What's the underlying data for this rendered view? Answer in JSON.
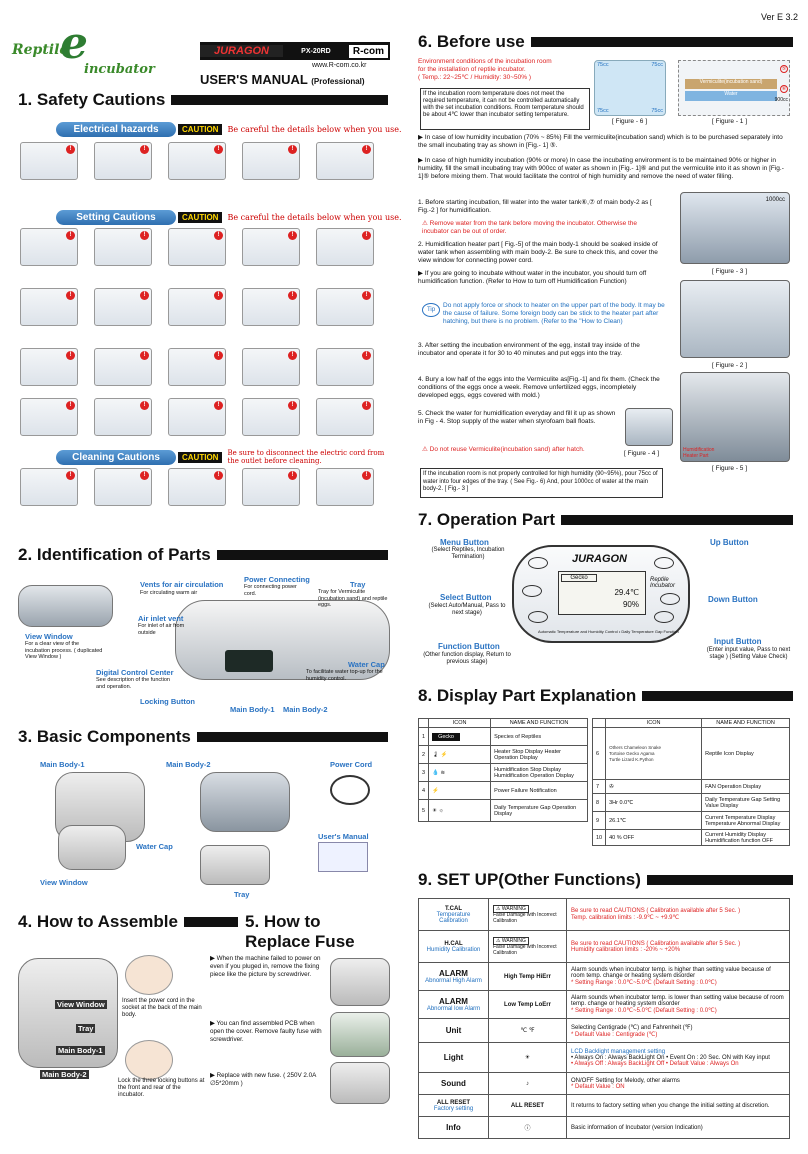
{
  "header": {
    "version": "Ver E 3.2",
    "logo_r": "Reptile",
    "logo_e": "e",
    "logo_i": "incubator",
    "brand": "JURAGON",
    "model": "PX-20RD",
    "rcom": "R-com",
    "title": "USER'S MANUAL",
    "title_sub": "(Professional)",
    "website": "www.R-com.co.kr"
  },
  "s1": {
    "title": "1. Safety Cautions",
    "electrical": "Electrical hazards",
    "setting": "Setting Cautions",
    "cleaning": "Cleaning Cautions",
    "caution": "CAUTION",
    "msg1": "Be careful the details below when you use.",
    "msg2": "Be careful the details below when you use.",
    "msg3": "Be sure to disconnect the electric cord from the outlet before cleaning."
  },
  "s2": {
    "title": "2. Identification of Parts",
    "view_window": "View Window",
    "view_window_d": "For a clear view of the incubation process. ( duplicated View Window )",
    "vents": "Vents for air circulation",
    "vents_d": "For circulating warm air",
    "air_inlet": "Air inlet vent",
    "air_inlet_d": "For inlet of air from outside",
    "power": "Power Connecting",
    "power_d": "For connecting power cord.",
    "tray": "Tray",
    "tray_d": "Tray for Vermiculite (incubation sand) and reptile eggs.",
    "dcc": "Digital Control Center",
    "dcc_d": "See description of the function and operation.",
    "water_cap": "Water Cap",
    "water_cap_d": "To facilitate water top-up for the humidity control.",
    "locking": "Locking Button",
    "mb1": "Main Body-1",
    "mb2": "Main Body-2"
  },
  "s3": {
    "title": "3. Basic Components",
    "mb1": "Main Body-1",
    "mb2": "Main Body-2",
    "power_cord": "Power Cord",
    "water_cap": "Water Cap",
    "manual": "User's Manual",
    "view_window": "View Window",
    "tray": "Tray"
  },
  "s4": {
    "title": "4. How to Assemble",
    "view_window": "View Window",
    "tray": "Tray",
    "mb1": "Main Body-1",
    "mb2": "Main Body-2",
    "t1": "Insert the power cord in the socket at the back of the main body.",
    "t2": "Lock the three locking buttons at the front and rear of the incubator."
  },
  "s5": {
    "title": "5. How to Replace Fuse",
    "b1": "When the machine failed to power on even if you pluged in, remove the fixing piece like the picture by screwdriver.",
    "b2": "You can find assembled PCB when open the cover. Remove faulty fuse with screwdriver.",
    "b3": "Replace with new fuse. ( 250V 2.0A ∅5*20mm )"
  },
  "s6": {
    "title": "6. Before use",
    "env1": "Environment conditions of the incubation room",
    "env2": "for the installation of reptile incubator.",
    "env3": "( Temp.: 22~25℃ / Humidity: 30~50% )",
    "box": "If the incubation room temperature does not meet the required temperature, it can not be controlled automatically with the set incubation conditions. Room temperature should be about 4℃ lower than incubator setting temperature.",
    "fig6": "[ Figure - 6 ]",
    "fig1": "[ Figure - 1 ]",
    "cc75": "75cc",
    "verm": "Vermiculite(incubation sand)",
    "water": "Water",
    "cc900": "900cc",
    "b1": "In case of low humidity incubation (70% ~ 85%) Fill the vermiculite(incubation sand) which is to be purchased separately into the small incubating tray as shown in [Fig.- 1] ⑤.",
    "b2": "In case of high humidity incubation (90% or more) In case the incubating environment is to be maintained 90% or higher in humidity, fill the small incubating tray with 900cc of water as shown in [Fig.- 1]⑥ and put the vermiculite into it as shown in [Fig.- 1]⑤ before mixing them. That would facilitate the control of high humidity and remove the need of water filling.",
    "n1": "1. Before starting incubation, fill water into the water tank⑥,⑦ of main body-2 as [ Fig.-2 ] for humidification.",
    "w1": "Remove water from the tank before moving the incubator. Otherwise the incubator can be out of order.",
    "n2": "2. Humidification heater part [ Fig.-5] of the main body-1 should be soaked inside of water tank when assembling with main body-2. Be sure to check this, and cover the view window for connecting power cord.",
    "b3": "If you are going to incubate without water in the incubator, you should turn off humidification function. (Refer to How to turn off Humidification Function)",
    "tip": "Do not apply force or shock to heater on the upper part of the body. It may be the cause of failure. Some foreign body can be stick to the heater part after hatching, but there is no problem. (Refer to the \"How to Clean)",
    "tip_lbl": "Tip",
    "n3": "3. After setting the incubation environment of the egg, install tray inside of the incubator and operate it for 30 to 40 minutes and put eggs into the tray.",
    "n4": "4. Bury a low half of the eggs into the Vermiculite as[Fig.-1] and fix them. (Check the conditions of the eggs once a week. Remove unfertilized eggs, incompletely developed eggs, eggs covered with mold.)",
    "n5": "5. Check the water for humidification everyday and fill it up as shown in Fig - 4. Stop supply of the water when styrofoam ball floats.",
    "w2": "Do not reuse Vermiculite(incubation sand) after hatch.",
    "box2": "If the incubation room is not properly controlled for high humidity (90~95%), pour 75cc of water into four edges of the tray. ( See Fig.- 6) And, pour 1000cc of water at the main body-2. [ Fig.- 3 ]",
    "fig3": "[ Figure - 3 ]",
    "fig2": "[ Figure - 2 ]",
    "fig4": "[ Figure - 4 ]",
    "fig5": "[ Figure - 5 ]",
    "cc1000": "1000cc",
    "hhp": "Humidification Heater Part"
  },
  "s7": {
    "title": "7. Operation Part",
    "menu": "Menu Button",
    "menu_d": "(Select Reptiles, Incubation Termination)",
    "select": "Select Button",
    "select_d": "(Select Auto/Manual, Pass to next stage)",
    "function": "Function Button",
    "function_d": "(Other function display, Return to previous stage)",
    "up": "Up Button",
    "down": "Down Button",
    "input": "Input Button",
    "input_d": "(Enter input value, Pass to next stage ) (Setting Value Check)",
    "gecko": "Gecko",
    "panel_brand": "JURAGON",
    "panel_tag": "Reptile Incubator",
    "panel_foot": "Automatic Temperature and Humidity Control • Daily Temperature Gap Function",
    "t": "29.4",
    "h": "90"
  },
  "s8": {
    "title": "8. Display Part Explanation",
    "h_icon": "ICON",
    "h_fn": "NAME AND FUNCTION",
    "rows_left": [
      {
        "n": "1",
        "icon": "Gecko",
        "fn": "Species of Reptiles"
      },
      {
        "n": "2",
        "icon": "",
        "fn": "Heater Stop Display Heater Operation Display"
      },
      {
        "n": "3",
        "icon": "",
        "fn": "Humidification Stop Display Humidification Operation Display"
      },
      {
        "n": "4",
        "icon": "",
        "fn": "Power Failure Notification"
      },
      {
        "n": "5",
        "icon": "",
        "fn": "Daily Temperature Gap Operation Display"
      }
    ],
    "rows_right": [
      {
        "n": "6",
        "icon": "",
        "fn": "Reptile Icon Display"
      },
      {
        "n": "7",
        "icon": "",
        "fn": "FAN Operation Display"
      },
      {
        "n": "8",
        "icon": "3Hr 0.0℃",
        "fn": "Daily Temperature Gap Setting Value Display"
      },
      {
        "n": "9",
        "icon": "26.1℃",
        "fn": "Current Temperature Display Temperature Abnormal Display"
      },
      {
        "n": "10",
        "icon": "40 % OFF",
        "fn": "Current Humidity Display Humidification function OFF"
      }
    ],
    "reptiles": [
      "Others",
      "Chameleon",
      "Snake",
      "Tortoise",
      "Gecko",
      "Agama",
      "Turtle",
      "Lizard",
      "K.Python"
    ]
  },
  "s9": {
    "title": "9. SET UP(Other Functions)",
    "rows": [
      {
        "a": "T.CAL",
        "b": "Temperature Calibration",
        "warn": "WARNING",
        "wsub": "False Damage with Incorrect Calibration",
        "d1": "Be sure to read CAUTIONS ( Calibration available after 5 Sec. )",
        "d2": "Temp. calibration limits : -9.9℃ ~ +9.9℃"
      },
      {
        "a": "H.CAL",
        "b": "Humidity Calibration",
        "warn": "WARNING",
        "wsub": "False Damage with Incorrect Calibration",
        "d1": "Be sure to read CAUTIONS ( Calibration available after 5 Sec. )",
        "d2": "Humidity calibration limits : -20% ~ +20%"
      },
      {
        "a": "ALARM",
        "b": "Abnormal High Alarm",
        "c": "High Temp HiErr",
        "d1": "Alarm sounds when incubator temp. is higher than setting value because of room temp. change or heating system disorder",
        "d2": "* Setting Range : 0.0℃~5.0℃ (Default Setting : 0.0℃)"
      },
      {
        "a": "ALARM",
        "b": "Abnormal low Alarm",
        "c": "Low Temp LoErr",
        "d1": "Alarm sounds when incubator temp. is lower than setting value because of room temp. change or heating system disorder",
        "d2": "* Setting Range : 0.0℃~5.0℃ (Default Setting : 0.0℃)"
      },
      {
        "a": "Unit",
        "b": "",
        "c": "℃ ℉",
        "d1": "Selecting Centigrade (℃) and Fahrenheit (℉)",
        "d2": "* Default Value : Centigrade (℃)"
      },
      {
        "a": "Light",
        "b": "",
        "c": "",
        "d0": "LCD Backlight management setting",
        "d1": "• Always On : Always BackLight On • Event On : 20 Sec. ON with Key input",
        "d2": "• Always Off : Always BackLight Off • Default Value : Always On"
      },
      {
        "a": "Sound",
        "b": "",
        "c": "",
        "d1": "ON/OFF Setting for Melody, other alarms",
        "d2": "* Default Value : ON"
      },
      {
        "a": "ALL RESET",
        "b": "Factory setting",
        "c": "ALL RESET",
        "d1": "It returns to factory setting when you change the initial setting at discretion.",
        "d2": ""
      },
      {
        "a": "Info",
        "b": "",
        "c": "",
        "d1": "Basic information of Incubator (version Indication)",
        "d2": ""
      }
    ]
  }
}
